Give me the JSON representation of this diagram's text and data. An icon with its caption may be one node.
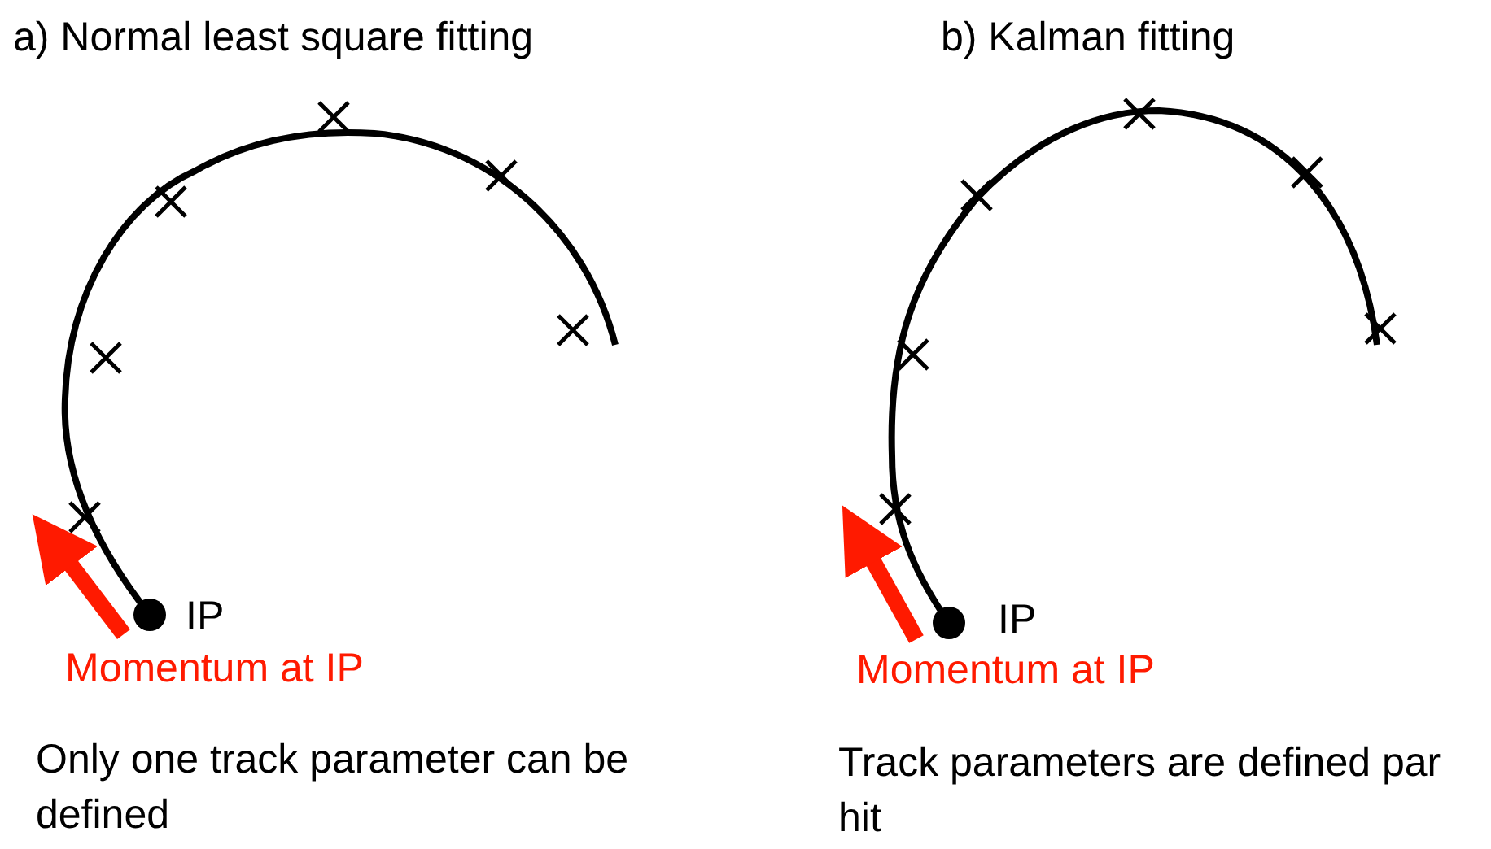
{
  "diagram": {
    "labels": [
      "a) Normal least square fitting",
      "b) Kalman fitting",
      "IP",
      "Momentum at IP",
      "Only one track parameter can be defined",
      "IP",
      "Momentum at IP",
      "Track parameters are defined par hit"
    ]
  }
}
